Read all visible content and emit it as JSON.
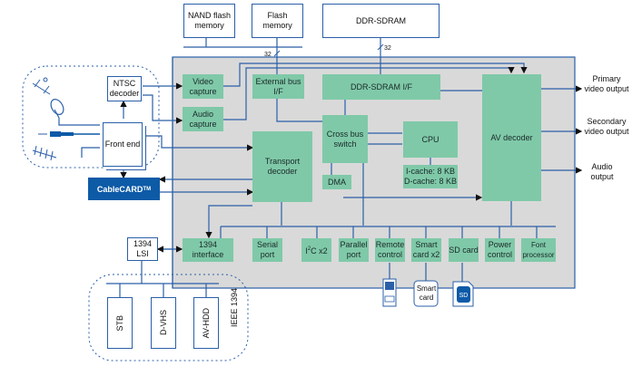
{
  "external_memory": {
    "nand": "NAND flash memory",
    "flash": "Flash memory",
    "ddr": "DDR-SDRAM",
    "bus_width_ext": "32",
    "bus_width_ddr": "32"
  },
  "frontend": {
    "ntsc": "NTSC decoder",
    "front_end": "Front end",
    "cablecard": "CableCARD",
    "cablecard_tm": "TM",
    "source_icons": [
      "satellite-icon",
      "dish-icon",
      "cable-plug-icon",
      "antenna-icon"
    ]
  },
  "soc_blocks": {
    "video_capture": "Video capture",
    "audio_capture": "Audio capture",
    "external_bus": "External bus I/F",
    "ddr_if": "DDR-SDRAM I/F",
    "cross_bus": "Cross bus switch",
    "cpu": "CPU",
    "cache_i": "I-cache: 8 KB",
    "cache_d": "D-cache: 8 KB",
    "dma": "DMA",
    "transport": "Transport decoder",
    "av_decoder": "AV decoder"
  },
  "peripherals": [
    {
      "id": "1394",
      "label": "1394 interface"
    },
    {
      "id": "serial",
      "label": "Serial port"
    },
    {
      "id": "i2c",
      "label_main": "I",
      "label_sup": "2",
      "label_rest": "C x2"
    },
    {
      "id": "parallel",
      "label": "Parallel port"
    },
    {
      "id": "remote",
      "label": "Remote control"
    },
    {
      "id": "smart",
      "label": "Smart card x2"
    },
    {
      "id": "sd",
      "label": "SD card"
    },
    {
      "id": "power",
      "label": "Power control"
    },
    {
      "id": "font",
      "label": "Font processor"
    }
  ],
  "outputs": {
    "primary": "Primary video output",
    "secondary": "Secondary video output",
    "audio": "Audio output"
  },
  "ieee1394": {
    "lsi": "1394 LSI",
    "bus_label": "IEEE 1394",
    "devices": [
      "STB",
      "D-VHS",
      "AV-HDD"
    ]
  },
  "device_icons": {
    "smart_card": "Smart card",
    "sd": "SD"
  },
  "colors": {
    "block": "#7fc9a8",
    "line": "#2b5fa8",
    "soc_bg": "#d9d9d9",
    "cablecard": "#0d5aa7"
  }
}
